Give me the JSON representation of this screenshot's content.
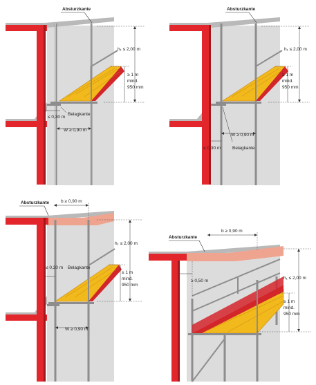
{
  "colors": {
    "wall": "#dcdcdc",
    "wall_edge": "#c8c8c8",
    "slab": "#e3262c",
    "slab_dark": "#9e1a1f",
    "slab_top": "#b8b8b8",
    "roof_pink": "#efa48f",
    "deck": "#f1b91c",
    "deck_dark": "#c9860e",
    "deck_red": "#d3262b",
    "tube": "#8d8d8d",
    "tube_light": "#cfcfcf",
    "line": "#333333"
  },
  "panels": [
    {
      "absturzkante": "Absturzkante",
      "h1": "h₁ ≤ 2,00 m",
      "rail_label": [
        "≥ 1 m",
        "mind.",
        "950 mm"
      ],
      "gap": "≤ 0,30 m",
      "belagkante": "Belagkante",
      "width": "W ≥ 0,90 m"
    },
    {
      "absturzkante": "Absturzkante",
      "h1": "h₁ ≤ 2,00 m",
      "rail_label": [
        "≥ 1 m",
        "mind.",
        "950 mm"
      ],
      "width": "W ≥ 0,90 m",
      "gap": "≤ 0,30 m",
      "belagkante": "Belagkante"
    },
    {
      "absturzkante": "Absturzkante",
      "b": "b ≥ 0,90 m",
      "h1": "h₁ ≤ 2,00 m",
      "gap": "≤ 0,30 m",
      "belagkante": "Belagkante",
      "rail_label": [
        "≥ 1 m",
        "mind.",
        "950 mm"
      ],
      "width": "W ≥ 0,90 m"
    },
    {
      "absturzkante": "Absturzkante",
      "b": "b ≥ 0,90 m",
      "h1": "h₁ ≤ 2,00 m",
      "gap": "≥ 0,50 m",
      "rail_label": [
        "≥ 1 m",
        "mind.",
        "950 mm"
      ]
    }
  ]
}
